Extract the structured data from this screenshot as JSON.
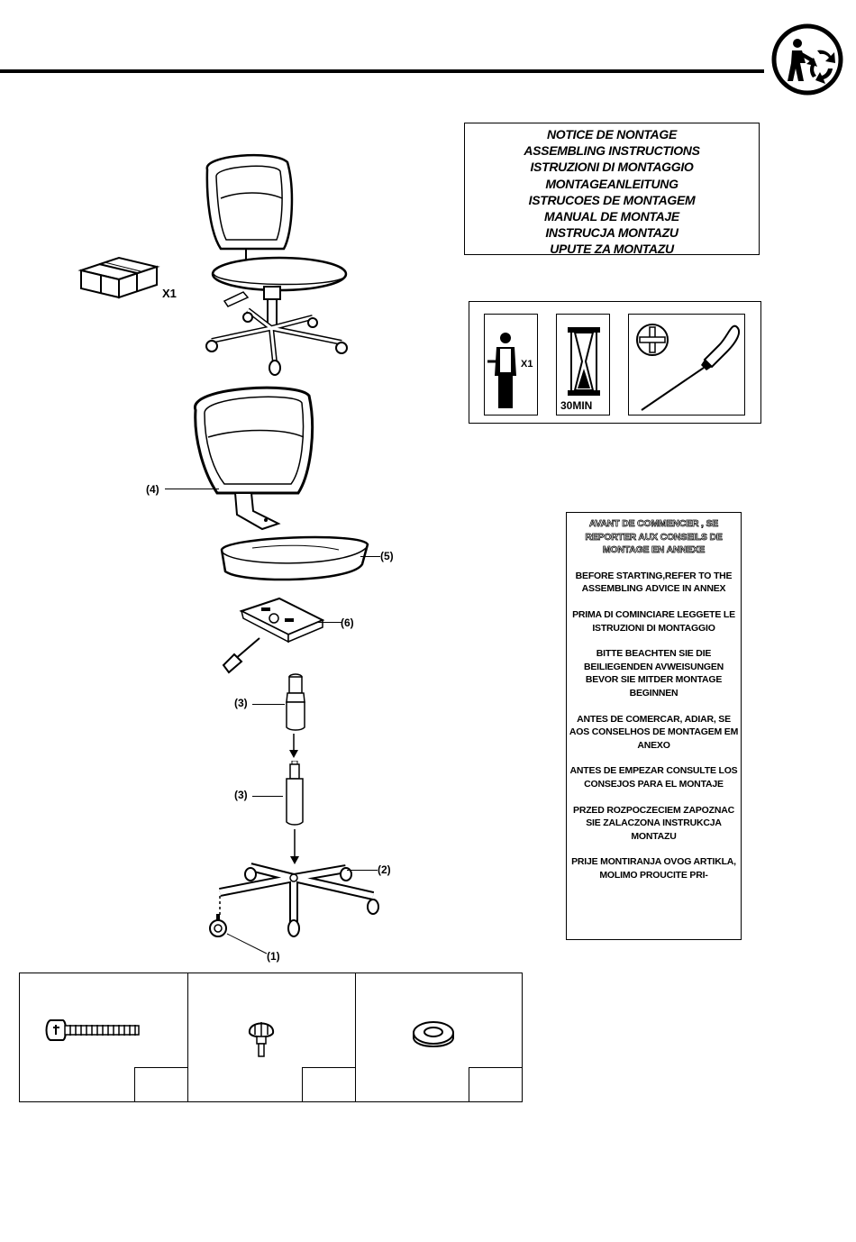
{
  "header": {
    "recycle_icon": "triman-recycling-icon"
  },
  "title_box": {
    "lines": [
      "NOTICE DE NONTAGE",
      "ASSEMBLING INSTRUCTIONS",
      "ISTRUZIONI DI MONTAGGIO",
      "MONTAGEANLEITUNG",
      "ISTRUCOES DE MONTAGEM",
      "MANUAL DE MONTAJE",
      "INSTRUCJA MONTAZU",
      "UPUTE ZA MONTAZU"
    ]
  },
  "tools": {
    "people_count": "X1",
    "time_label": "30MIN",
    "icons": [
      "person-icon",
      "hourglass-icon",
      "phillips-screwdriver-icon"
    ]
  },
  "package": {
    "quantity": "X1"
  },
  "callouts": {
    "backrest": "(4)",
    "seat": "(5)",
    "mechanism": "(6)",
    "gas_cover": "(3)",
    "gas_lift": "(3)",
    "base": "(2)",
    "caster": "(1)"
  },
  "advice": {
    "paragraphs": [
      "AVANT DE COMMENCER , SE REPORTER AUX CONSEILS DE MONTAGE EN ANNEXE",
      "BEFORE STARTING,REFER TO THE ASSEMBLING ADVICE IN ANNEX",
      "PRIMA DI COMINCIARE LEGGETE LE ISTRUZIONI DI MONTAGGIO",
      "BITTE BEACHTEN SIE DIE BEILIEGENDEN AVWEISUNGEN BEVOR SIE MITDER MONTAGE BEGINNEN",
      "ANTES DE COMERCAR, ADIAR, SE AOS CONSELHOS DE MONTAGEM EM ANEXO",
      "ANTES DE EMPEZAR CONSULTE LOS CONSEJOS PARA EL MONTAJE",
      "PRZED ROZPOCZECIEM ZAPOZNAC SIE ZALACZONA INSTRUKCJA MONTAZU",
      "PRIJE MONTIRANJA OVOG ARTIKLA, MOLIMO PROUCITE PRI-"
    ]
  },
  "hardware": {
    "items": [
      {
        "icon": "bolt-icon"
      },
      {
        "icon": "knob-icon"
      },
      {
        "icon": "washer-icon"
      }
    ]
  }
}
